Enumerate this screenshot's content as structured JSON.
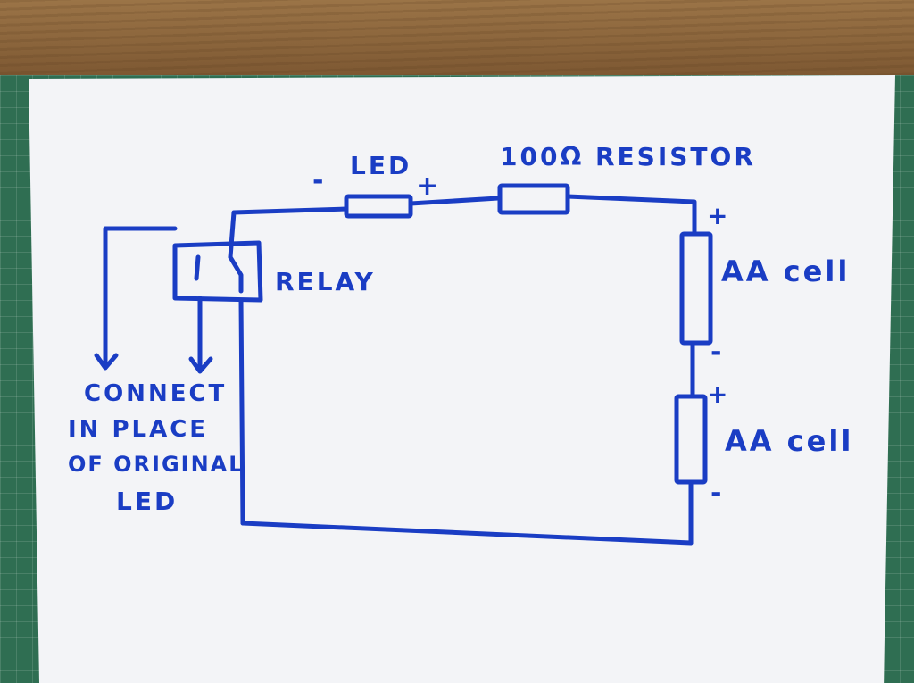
{
  "labels": {
    "led": "LED",
    "resistor": "100Ω RESISTOR",
    "relay": "RELAY",
    "cell_top": "AA cell",
    "cell_bottom": "AA cell",
    "note": [
      "CONNECT",
      "IN PLACE",
      "OF ORIGINAL",
      "LED"
    ]
  },
  "polarity": {
    "led_minus": "-",
    "led_plus": "+",
    "cell_top_plus": "+",
    "cell_top_minus": "-",
    "cell_bottom_plus": "+",
    "cell_bottom_minus": "-"
  },
  "colors": {
    "ink": "#1a3dc4",
    "paper": "#f3f4f7",
    "mat": "#2f6e52",
    "wood": "#8a643b"
  }
}
